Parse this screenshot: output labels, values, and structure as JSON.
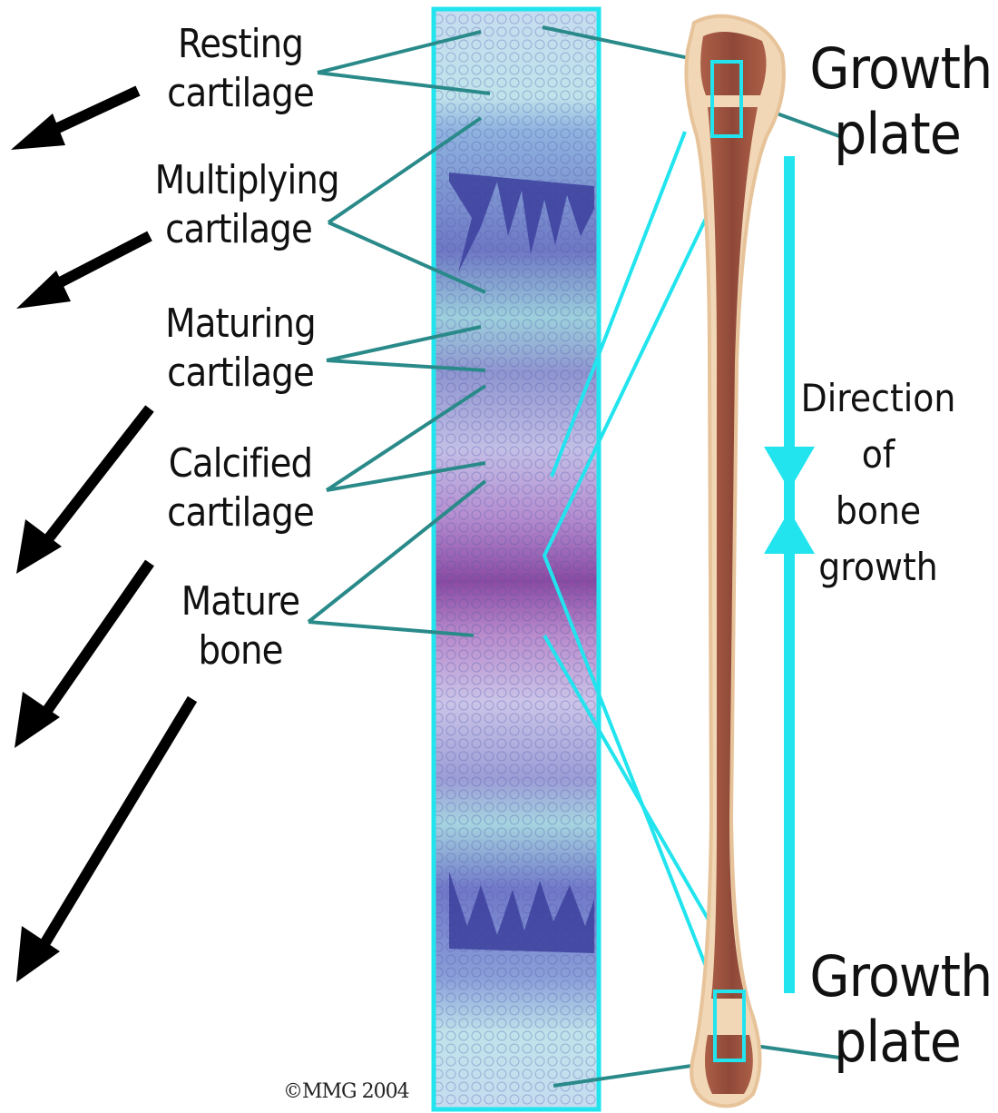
{
  "labels": {
    "resting": [
      "Resting",
      "cartilage"
    ],
    "multiplying": [
      "Multiplying",
      "cartilage"
    ],
    "maturing": [
      "Maturing",
      "cartilage"
    ],
    "calcified": [
      "Calcified",
      "cartilage"
    ],
    "mature_bone": [
      "Mature",
      "bone"
    ],
    "growth_plate_top": [
      "Growth",
      "plate"
    ],
    "growth_plate_bottom": [
      "Growth",
      "plate"
    ],
    "direction": [
      "Direction",
      "of",
      "bone",
      "growth"
    ]
  },
  "copyright": "©MMG 2004",
  "colors": {
    "leader": "#2a8a8a",
    "accent": "#22e4ee",
    "arrow": "#000000",
    "bone_outer": "#f1d7b6",
    "bone_marrow": "#8a3b2a"
  }
}
